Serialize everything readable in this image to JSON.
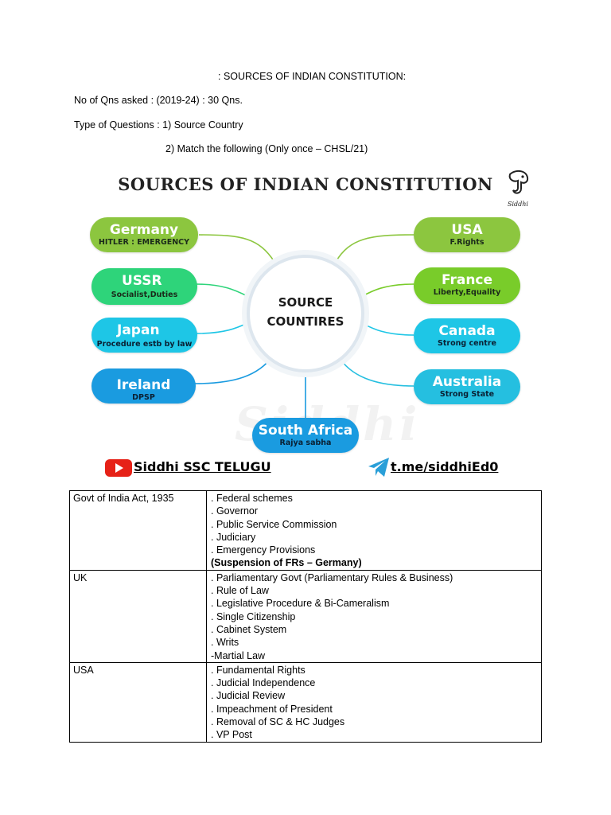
{
  "header": {
    "title": ": SOURCES OF INDIAN CONSTITUTION:",
    "qns_asked": "No of Qns asked : (2019-24) : 30 Qns.",
    "question_type_1": "Type of Questions : 1) Source Country",
    "question_type_2": "2) Match the following (Only once – CHSL/21)"
  },
  "infographic": {
    "title": "SOURCES OF INDIAN CONSTITUTION",
    "logo_text": "Siddhi",
    "watermark": "Siddhi",
    "center_line1": "SOURCE",
    "center_line2": "COUNTIRES",
    "countries": [
      {
        "name": "Germany",
        "detail": "HITLER : EMERGENCY",
        "color": "#8cc63f"
      },
      {
        "name": "USSR",
        "detail": "Socialist,Duties",
        "color": "#2ed47a"
      },
      {
        "name": "Japan",
        "detail": "Procedure estb by law",
        "color": "#1ec6e6"
      },
      {
        "name": "Ireland",
        "detail": "DPSP",
        "color": "#1a9be0"
      },
      {
        "name": "USA",
        "detail": "F.Rights",
        "color": "#8cc63f"
      },
      {
        "name": "France",
        "detail": "Liberty,Equality",
        "color": "#79cc2a"
      },
      {
        "name": "Canada",
        "detail": "Strong centre",
        "color": "#1ec6e6"
      },
      {
        "name": "Australia",
        "detail": "Strong State",
        "color": "#25bfe0"
      },
      {
        "name": "South Africa",
        "detail": "Rajya sabha",
        "color": "#1a9be0"
      }
    ]
  },
  "socials": {
    "youtube": "Siddhi SSC TELUGU",
    "telegram": "t.me/siddhiEd0"
  },
  "table": {
    "rows": [
      {
        "source": "Govt of India Act, 1935",
        "items": [
          ". Federal schemes",
          ". Governor",
          ". Public Service Commission",
          ". Judiciary",
          ". Emergency Provisions"
        ],
        "note": "(Suspension of FRs – Germany)"
      },
      {
        "source": "UK",
        "items": [
          ". Parliamentary Govt (Parliamentary Rules & Business)",
          ". Rule of Law",
          ". Legislative Procedure & Bi-Cameralism",
          ". Single Citizenship",
          ". Cabinet System",
          ". Writs",
          "-Martial Law"
        ],
        "note": ""
      },
      {
        "source": "USA",
        "items": [
          ". Fundamental Rights",
          ". Judicial Independence",
          ". Judicial Review",
          ". Impeachment of President",
          ". Removal of SC & HC Judges",
          ". VP Post"
        ],
        "note": ""
      }
    ]
  }
}
